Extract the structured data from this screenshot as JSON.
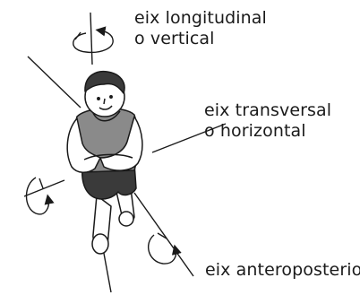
{
  "labels": {
    "vertical_line1": "eix longitudinal",
    "vertical_line2": "o vertical",
    "transverse_line1": "eix transversal",
    "transverse_line2": "o horizontal",
    "anteroposterior": "eix anteroposterior"
  },
  "colors": {
    "ink": "#1a1a1a",
    "shirt": "#8a8a8a",
    "hair": "#3a3a3a",
    "skin": "#ffffff"
  }
}
